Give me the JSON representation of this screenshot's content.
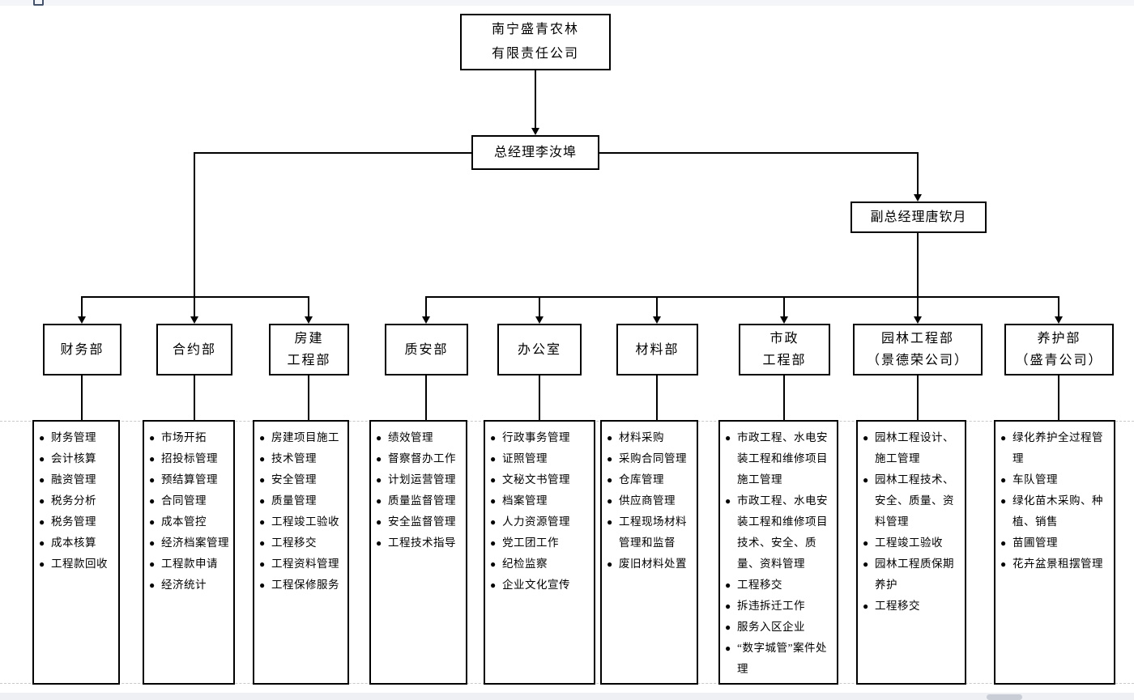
{
  "chrome": {
    "top_icon": "window-button-icon",
    "scrollbar": "horizontal-scrollbar-thumb"
  },
  "chart_data": {
    "type": "org-chart",
    "root": {
      "line1": "南宁盛青农林",
      "line2": "有限责任公司"
    },
    "general_manager": {
      "label": "总经理李汝埠"
    },
    "deputy_general_manager": {
      "label": "副总经理唐钦月"
    },
    "departments": [
      {
        "line1": "财务部",
        "line2": "",
        "duties": [
          "财务管理",
          "会计核算",
          "融资管理",
          "税务分析",
          "税务管理",
          "成本核算",
          "工程款回收"
        ]
      },
      {
        "line1": "合约部",
        "line2": "",
        "duties": [
          "市场开拓",
          "招投标管理",
          "预结算管理",
          "合同管理",
          "成本管控",
          "经济档案管理",
          "工程款申请",
          "经济统计"
        ]
      },
      {
        "line1": "房建",
        "line2": "工程部",
        "duties": [
          "房建项目施工",
          "技术管理",
          "安全管理",
          "质量管理",
          "工程竣工验收",
          "工程移交",
          "工程资料管理",
          "工程保修服务"
        ]
      },
      {
        "line1": "质安部",
        "line2": "",
        "duties": [
          "绩效管理",
          "督察督办工作",
          "计划运营管理",
          "质量监督管理",
          "安全监督管理",
          "工程技术指导"
        ]
      },
      {
        "line1": "办公室",
        "line2": "",
        "duties": [
          "行政事务管理",
          "证照管理",
          "文秘文书管理",
          "档案管理",
          "人力资源管理",
          "党工团工作",
          "纪检监察",
          "企业文化宣传"
        ]
      },
      {
        "line1": "材料部",
        "line2": "",
        "duties": [
          "材料采购",
          "采购合同管理",
          "仓库管理",
          "供应商管理",
          "工程现场材料管理和监督",
          "废旧材料处置"
        ]
      },
      {
        "line1": "市政",
        "line2": "工程部",
        "duties": [
          "市政工程、水电安装工程和维修项目施工管理",
          "市政工程、水电安装工程和维修项目技术、安全、质量、资料管理",
          "工程移交",
          "拆违拆迁工作",
          "服务入区企业",
          "“数字城管”案件处理"
        ]
      },
      {
        "line1": "园林工程部",
        "line2": "（景德荣公司）",
        "duties": [
          "园林工程设计、施工管理",
          "园林工程技术、安全、质量、资料管理",
          "工程竣工验收",
          "园林工程质保期养护",
          "工程移交"
        ]
      },
      {
        "line1": "养护部",
        "line2": "（盛青公司）",
        "duties": [
          "绿化养护全过程管理",
          "车队管理",
          "绿化苗木采购、种植、销售",
          "苗圃管理",
          "花卉盆景租摆管理"
        ]
      }
    ],
    "line_color": "#000000"
  }
}
